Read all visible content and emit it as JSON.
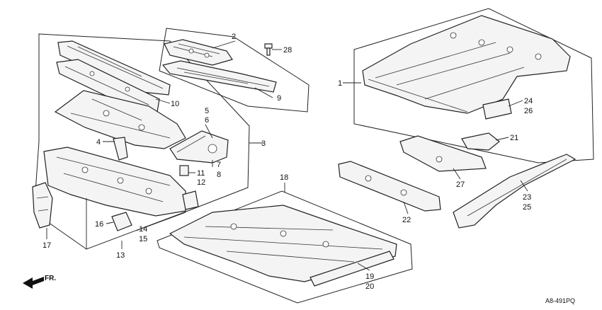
{
  "diagram": {
    "callouts": [
      {
        "id": "c1",
        "text": "1"
      },
      {
        "id": "c2",
        "text": "2"
      },
      {
        "id": "c3",
        "text": "3"
      },
      {
        "id": "c4",
        "text": "4"
      },
      {
        "id": "c5",
        "text": "5"
      },
      {
        "id": "c6",
        "text": "6"
      },
      {
        "id": "c7",
        "text": "7"
      },
      {
        "id": "c8",
        "text": "8"
      },
      {
        "id": "c9",
        "text": "9"
      },
      {
        "id": "c10",
        "text": "10"
      },
      {
        "id": "c11",
        "text": "11"
      },
      {
        "id": "c12",
        "text": "12"
      },
      {
        "id": "c13",
        "text": "13"
      },
      {
        "id": "c14",
        "text": "14"
      },
      {
        "id": "c15",
        "text": "15"
      },
      {
        "id": "c16",
        "text": "16"
      },
      {
        "id": "c17",
        "text": "17"
      },
      {
        "id": "c18",
        "text": "18"
      },
      {
        "id": "c19",
        "text": "19"
      },
      {
        "id": "c20",
        "text": "20"
      },
      {
        "id": "c21",
        "text": "21"
      },
      {
        "id": "c22",
        "text": "22"
      },
      {
        "id": "c23",
        "text": "23"
      },
      {
        "id": "c24",
        "text": "24"
      },
      {
        "id": "c25",
        "text": "25"
      },
      {
        "id": "c26",
        "text": "26"
      },
      {
        "id": "c27",
        "text": "27"
      },
      {
        "id": "c28",
        "text": "28"
      }
    ],
    "direction_label": "FR.",
    "drawing_code": "A8-491P",
    "drawing_code_suffix": "Q"
  }
}
